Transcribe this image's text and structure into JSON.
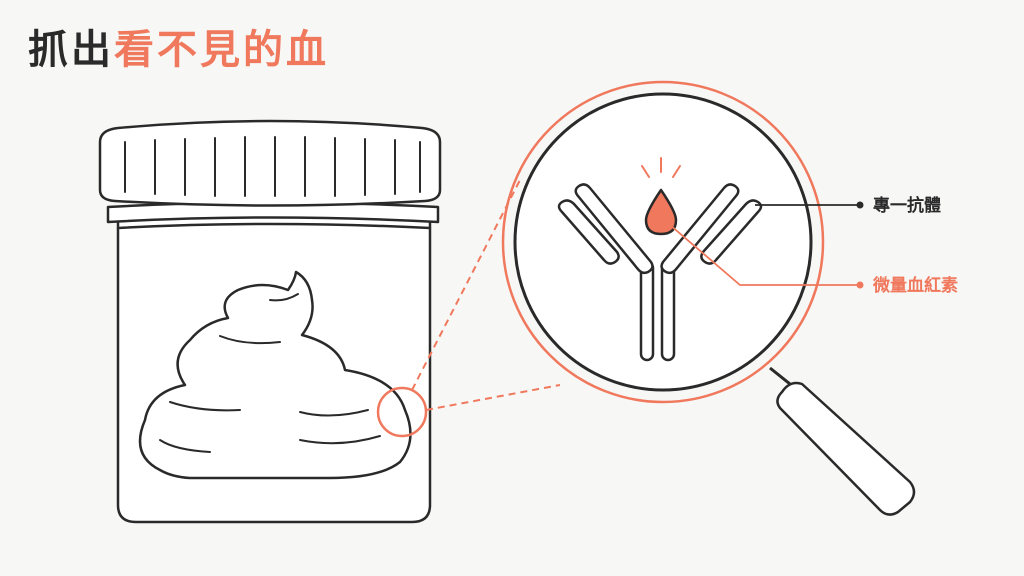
{
  "title": {
    "dark": "抓出",
    "accent": "看不見的血"
  },
  "labels": {
    "antibody": "專一抗體",
    "hemoglobin": "微量血紅素"
  },
  "colors": {
    "ink": "#2a2a2a",
    "accent": "#f0785c",
    "background": "#f7f7f6"
  }
}
